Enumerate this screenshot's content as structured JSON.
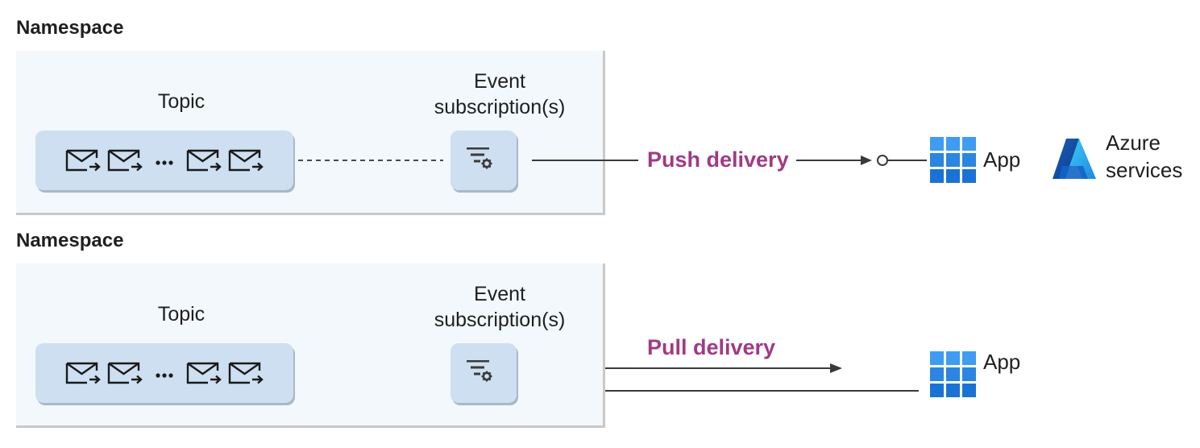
{
  "panels": [
    {
      "namespace_title": "Namespace",
      "topic_label": "Topic",
      "subscription_label_line1": "Event",
      "subscription_label_line2": "subscription(s)",
      "delivery_label": "Push delivery",
      "app_label": "App",
      "azure_label_line1": "Azure",
      "azure_label_line2": "services"
    },
    {
      "namespace_title": "Namespace",
      "topic_label": "Topic",
      "subscription_label_line1": "Event",
      "subscription_label_line2": "subscription(s)",
      "delivery_label": "Pull delivery",
      "app_label": "App"
    }
  ],
  "colors": {
    "accent": "#a03a84",
    "panel_bg": "#f2f8fc",
    "tile_bg": "#cddff1",
    "app_icon": "#1e88e5",
    "text": "#1f1f1f"
  },
  "icons": [
    "message-icon",
    "ellipsis-icon",
    "filter-settings-icon",
    "app-grid-icon",
    "azure-logo-icon"
  ]
}
